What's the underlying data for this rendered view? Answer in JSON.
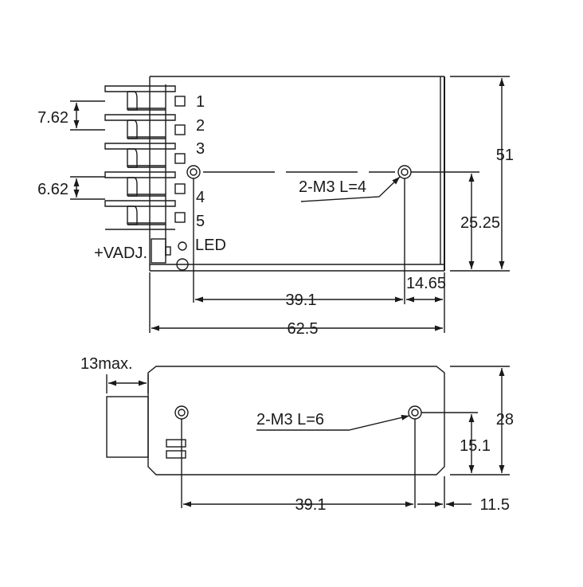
{
  "diagram": {
    "top_view": {
      "pins": [
        "1",
        "2",
        "3",
        "4",
        "5"
      ],
      "pin_pitch_label": "7.62",
      "pin_gap_label": "6.62",
      "vadj_label": "+VADJ.",
      "led_label": "LED",
      "screw_label": "2-M3 L=4",
      "height_label": "51",
      "screw_height_label": "25.25",
      "edge_offset_label": "14.65",
      "screw_spacing_label": "39.1",
      "length_label": "62.5"
    },
    "bottom_view": {
      "terminal_label": "13max.",
      "screw_label": "2-M3 L=6",
      "height_label": "28",
      "screw_height_label": "15.1",
      "screw_spacing_label": "39.1",
      "edge_offset_label": "11.5"
    },
    "colors": {
      "background": "#ffffff",
      "line": "#1a1a1a"
    }
  }
}
